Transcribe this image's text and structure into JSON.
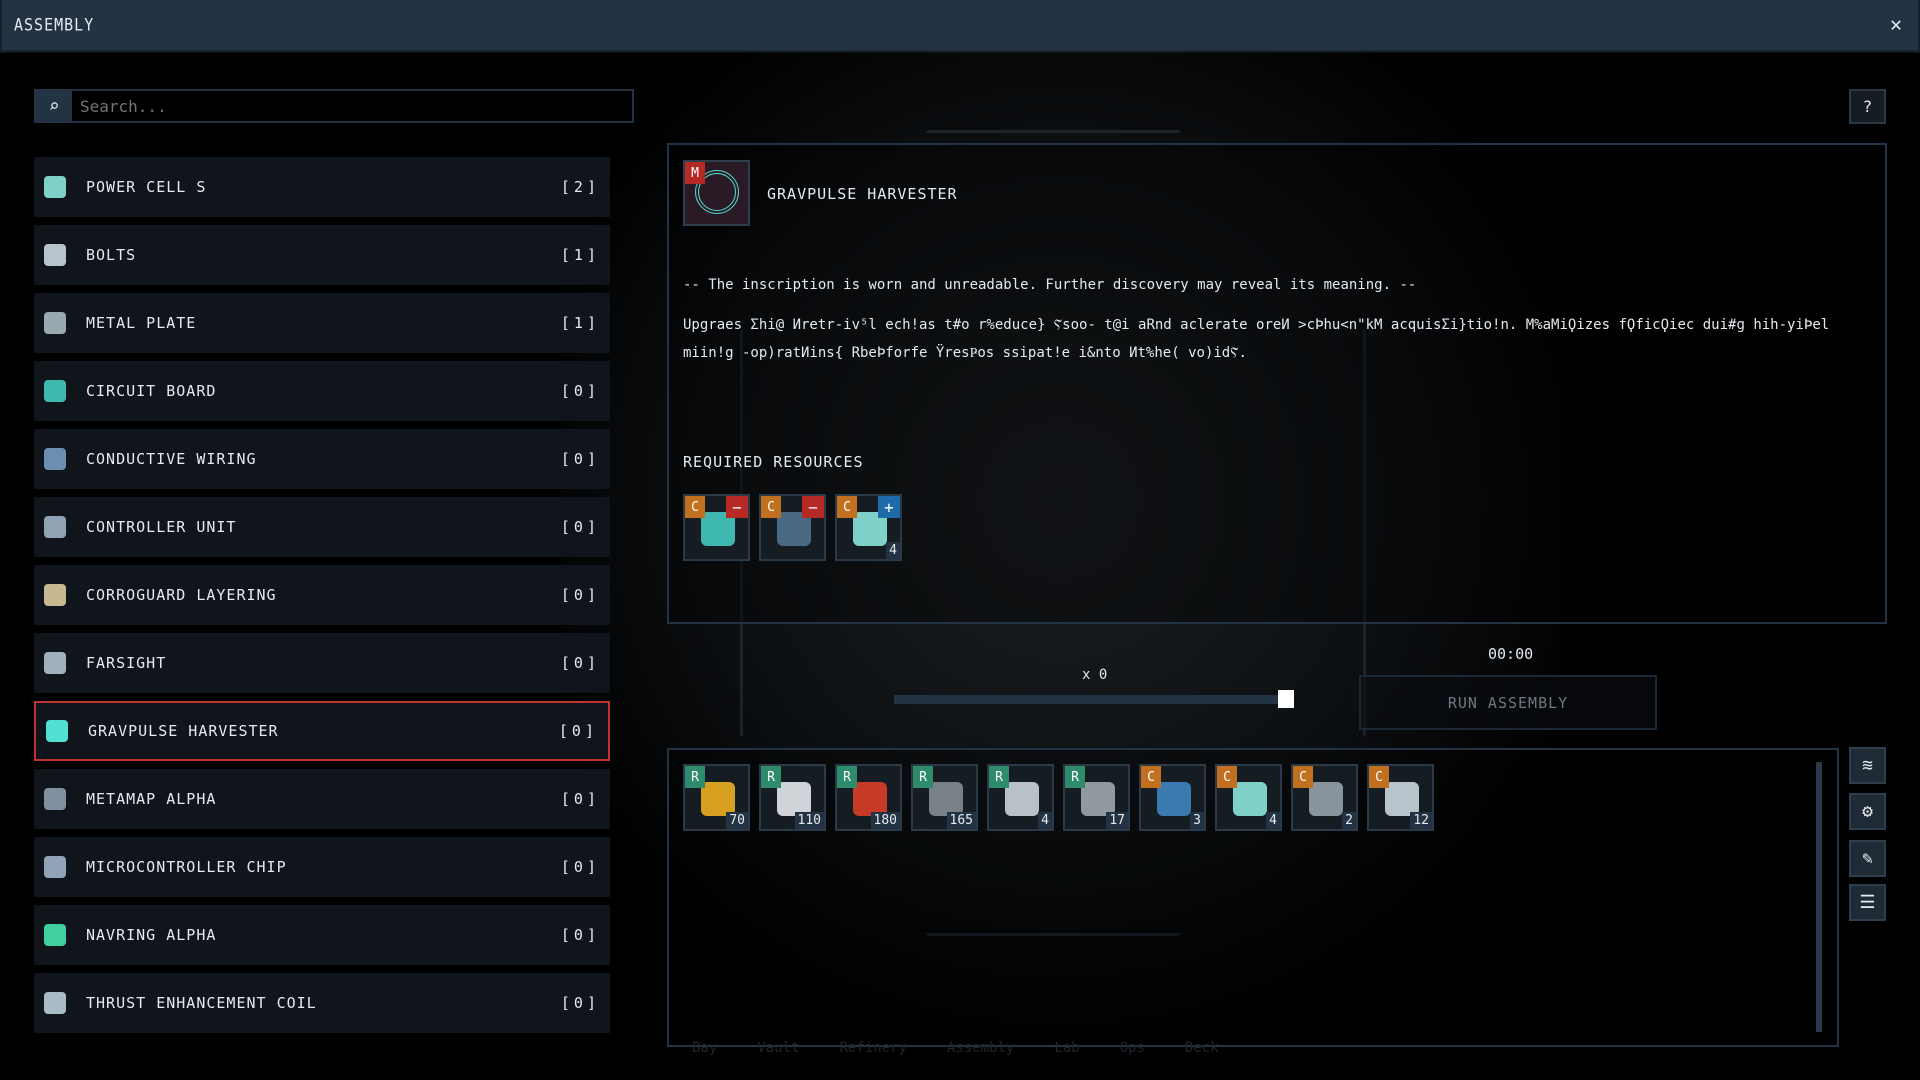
{
  "window": {
    "title": "ASSEMBLY",
    "close": "✕"
  },
  "search": {
    "placeholder": "Search..."
  },
  "recipes": [
    {
      "name": "POWER CELL S",
      "count": "[2]",
      "color": "#7fd0c8"
    },
    {
      "name": "BOLTS",
      "count": "[1]",
      "color": "#b8c4cc"
    },
    {
      "name": "METAL PLATE",
      "count": "[1]",
      "color": "#9aa8b0"
    },
    {
      "name": "CIRCUIT BOARD",
      "count": "[0]",
      "color": "#3fb8b0"
    },
    {
      "name": "CONDUCTIVE WIRING",
      "count": "[0]",
      "color": "#6b8fb0"
    },
    {
      "name": "CONTROLLER UNIT",
      "count": "[0]",
      "color": "#8ea4b4"
    },
    {
      "name": "CORROGUARD LAYERING",
      "count": "[0]",
      "color": "#c8b890"
    },
    {
      "name": "FARSIGHT",
      "count": "[0]",
      "color": "#a0b0bc"
    },
    {
      "name": "GRAVPULSE HARVESTER",
      "count": "[0]",
      "color": "#52e0d4"
    },
    {
      "name": "METAMAP ALPHA",
      "count": "[0]",
      "color": "#8090a0"
    },
    {
      "name": "MICROCONTROLLER CHIP",
      "count": "[0]",
      "color": "#90a4b8"
    },
    {
      "name": "NAVRING ALPHA",
      "count": "[0]",
      "color": "#40d0a0"
    },
    {
      "name": "THRUST ENHANCEMENT COIL",
      "count": "[0]",
      "color": "#a8bcc8"
    }
  ],
  "selected_index": 8,
  "detail": {
    "badge": "M",
    "title": "GRAVPULSE HARVESTER",
    "inscription": "-- The inscription is worn and unreadable. Further discovery may reveal its meaning. --",
    "garbled": "Upgraes Ʃhi@ Ͷretr-iv⁵l ech!as t#o r%educe} Ⲋsoo- t@i aRnd aclerate oreͶ >cÞhu<n\"kM acquisƩi}tio!n. M%aMiϘizes fϘficϘiec dui#g hih-yiÞel miin!g -op)ratͶins{ RbeÞforfe ΫresҎos ssipat!e i&nto Ͷt%he( vo)idⲊ.",
    "required_label": "REQUIRED RESOURCES",
    "required": [
      {
        "badge": "C",
        "flag": "−",
        "flag_color": "#b52a25",
        "count": "",
        "color": "#3fb8b0"
      },
      {
        "badge": "C",
        "flag": "−",
        "flag_color": "#b52a25",
        "count": "",
        "color": "#4a6a84"
      },
      {
        "badge": "C",
        "flag": "+",
        "flag_color": "#1e6aa8",
        "count": "4",
        "color": "#7fd0c8"
      }
    ]
  },
  "controls": {
    "timer": "00:00",
    "multiplier": "x 0",
    "slider_value": 1.0,
    "run_label": "RUN ASSEMBLY",
    "help": "?"
  },
  "inventory": [
    {
      "badge": "R",
      "count": "70",
      "color": "#d8a020"
    },
    {
      "badge": "R",
      "count": "110",
      "color": "#d0d4d8"
    },
    {
      "badge": "R",
      "count": "180",
      "color": "#c83a28"
    },
    {
      "badge": "R",
      "count": "165",
      "color": "#7a8088"
    },
    {
      "badge": "R",
      "count": "4",
      "color": "#b8c0c8"
    },
    {
      "badge": "R",
      "count": "17",
      "color": "#9098a0"
    },
    {
      "badge": "C",
      "count": "3",
      "color": "#3a7ab0"
    },
    {
      "badge": "C",
      "count": "4",
      "color": "#7fd0c8"
    },
    {
      "badge": "C",
      "count": "2",
      "color": "#8a949c"
    },
    {
      "badge": "C",
      "count": "12",
      "color": "#b8c4cc"
    }
  ],
  "side_buttons": [
    "layers-icon",
    "bolts-icon",
    "screw-icon",
    "server-icon"
  ],
  "nav": [
    "Bay",
    "Vault",
    "Refinery",
    "Assembly",
    "Lab",
    "Ops",
    "Deck"
  ]
}
